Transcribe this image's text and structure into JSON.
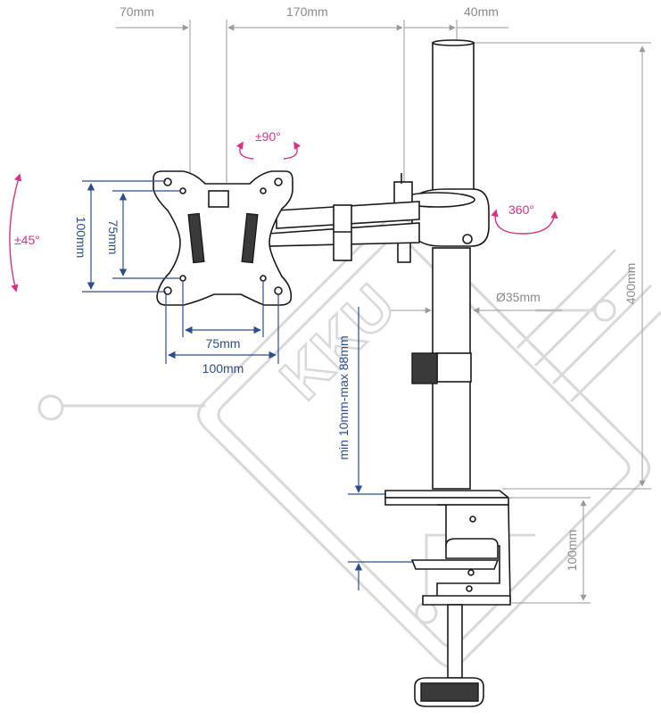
{
  "labels": {
    "top_70": "70mm",
    "top_170": "170mm",
    "top_40": "40mm",
    "height_400": "400mm",
    "diam_35": "Ø35mm",
    "clamp_range": "min 10mm-max 88mm",
    "clamp_100": "100mm",
    "vesa_h_100": "100mm",
    "vesa_h_75": "75mm",
    "vesa_w_75": "75mm",
    "vesa_w_100": "100mm",
    "rot_90": "±90°",
    "rot_360": "360°",
    "tilt_45": "±45°"
  },
  "watermark": "KKU",
  "colors": {
    "dimension_gray": "#9a9a9a",
    "dimension_blue": "#2d4d8e",
    "rotation_pink": "#d63384",
    "outline": "#1a1a1a",
    "watermark": "#d9d9d9"
  }
}
